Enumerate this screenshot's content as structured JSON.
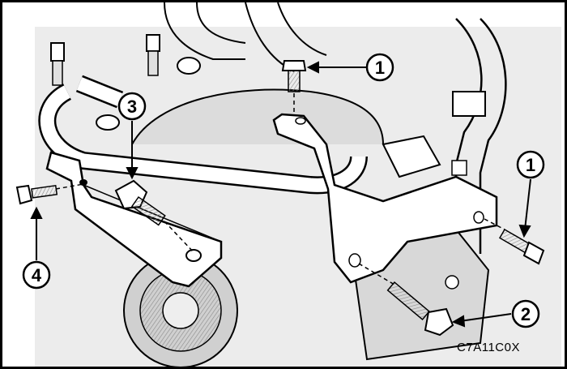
{
  "figure_code": "C7A11C0X",
  "callouts": [
    {
      "id": "c1-top",
      "label": "1"
    },
    {
      "id": "c1-right",
      "label": "1"
    },
    {
      "id": "c2",
      "label": "2"
    },
    {
      "id": "c3",
      "label": "3"
    },
    {
      "id": "c4",
      "label": "4"
    }
  ],
  "colors": {
    "ink": "#000000",
    "paper": "#ffffff",
    "shade": "#d9d9d9",
    "shade_dark": "#b5b5b5"
  }
}
